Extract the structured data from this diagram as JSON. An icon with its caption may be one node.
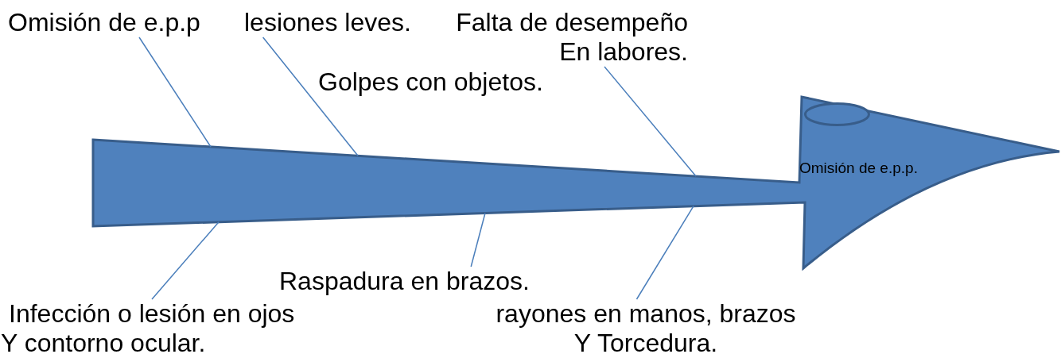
{
  "diagram": {
    "nodes": [
      {
        "text": [
          "Omisión de e.p.p."
        ]
      },
      {
        "text": [],
        "shape": "ellipse",
        "in": 0
      },
      {
        "text": [
          "Omisión de e.p.p"
        ]
      },
      {
        "text": [
          "lesiones leves."
        ]
      },
      {
        "text": [
          "Falta de desempeño En labores."
        ]
      },
      {
        "text": [
          "Infección o lesión en ojos Y contorno ocular."
        ]
      },
      {
        "text": [
          "Raspadura en brazos."
        ]
      },
      {
        "text": [
          "rayones en manos, brazos Y Torcedura."
        ]
      }
    ],
    "edges": [
      {
        "from": 2,
        "to": 0,
        "arrow": "none"
      },
      {
        "from": 3,
        "to": 0,
        "arrow": "none"
      },
      {
        "from": 4,
        "to": 0,
        "arrow": "none"
      },
      {
        "from": 5,
        "to": 0,
        "arrow": "none"
      },
      {
        "from": 6,
        "to": 0,
        "arrow": "none"
      },
      {
        "from": 7,
        "to": 0,
        "arrow": "none"
      }
    ],
    "labels": [
      "Golpes con objetos."
    ]
  }
}
